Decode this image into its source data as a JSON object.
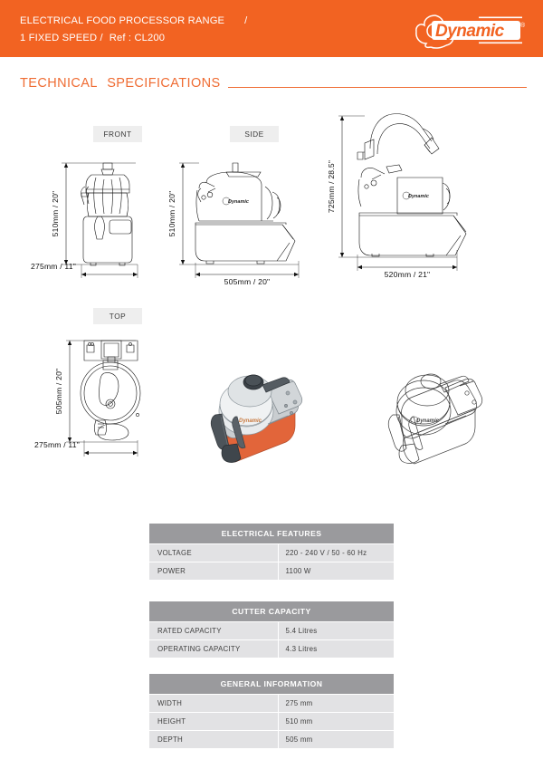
{
  "header": {
    "line1": "ELECTRICAL FOOD PROCESSOR RANGE",
    "line1_slash": "/",
    "line2": "1 FIXED SPEED /",
    "ref_label": "Ref :",
    "ref_value": "CL200",
    "brand": "Dynamic",
    "brand_mark": "®",
    "bar_color": "#f26322"
  },
  "section": {
    "title_part1": "TECHNICAL",
    "title_part2": "SPECIFICATIONS",
    "accent_color": "#ef6c33"
  },
  "views": {
    "front": {
      "label": "FRONT",
      "height_dim": "510mm / 20\"",
      "width_dim": "275mm / 11\""
    },
    "side": {
      "label": "SIDE",
      "height_dim": "510mm / 20\"",
      "width_dim": "505mm / 20\""
    },
    "open": {
      "label": "",
      "height_dim": "725mm / 28.5\"",
      "width_dim": "520mm / 21\""
    },
    "top": {
      "label": "TOP",
      "height_dim": "505mm / 20\"",
      "width_dim": "275mm / 11\""
    }
  },
  "product_images": {
    "color_render_alt": "orange-food-processor-render",
    "line_drawing_alt": "food-processor-line-drawing",
    "body_color": "#e2653a",
    "housing_color": "#c9cdd0"
  },
  "tables": [
    {
      "id": "electrical-features",
      "header": "ELECTRICAL FEATURES",
      "rows": [
        {
          "label": "VOLTAGE",
          "value": "220 - 240 V / 50 - 60 Hz"
        },
        {
          "label": "POWER",
          "value": "1100 W"
        }
      ]
    },
    {
      "id": "cutter-capacity",
      "header": "CUTTER CAPACITY",
      "rows": [
        {
          "label": "RATED CAPACITY",
          "value": "5.4 Litres"
        },
        {
          "label": "OPERATING CAPACITY",
          "value": "4.3 Litres"
        }
      ]
    },
    {
      "id": "general-information",
      "header": "GENERAL INFORMATION",
      "rows": [
        {
          "label": "WIDTH",
          "value": "275 mm"
        },
        {
          "label": "HEIGHT",
          "value": "510 mm"
        },
        {
          "label": "DEPTH",
          "value": "505 mm"
        }
      ]
    }
  ],
  "table_colors": {
    "header_bg": "#9a9a9d",
    "row_bg": "#e2e2e4",
    "text": "#414141"
  }
}
